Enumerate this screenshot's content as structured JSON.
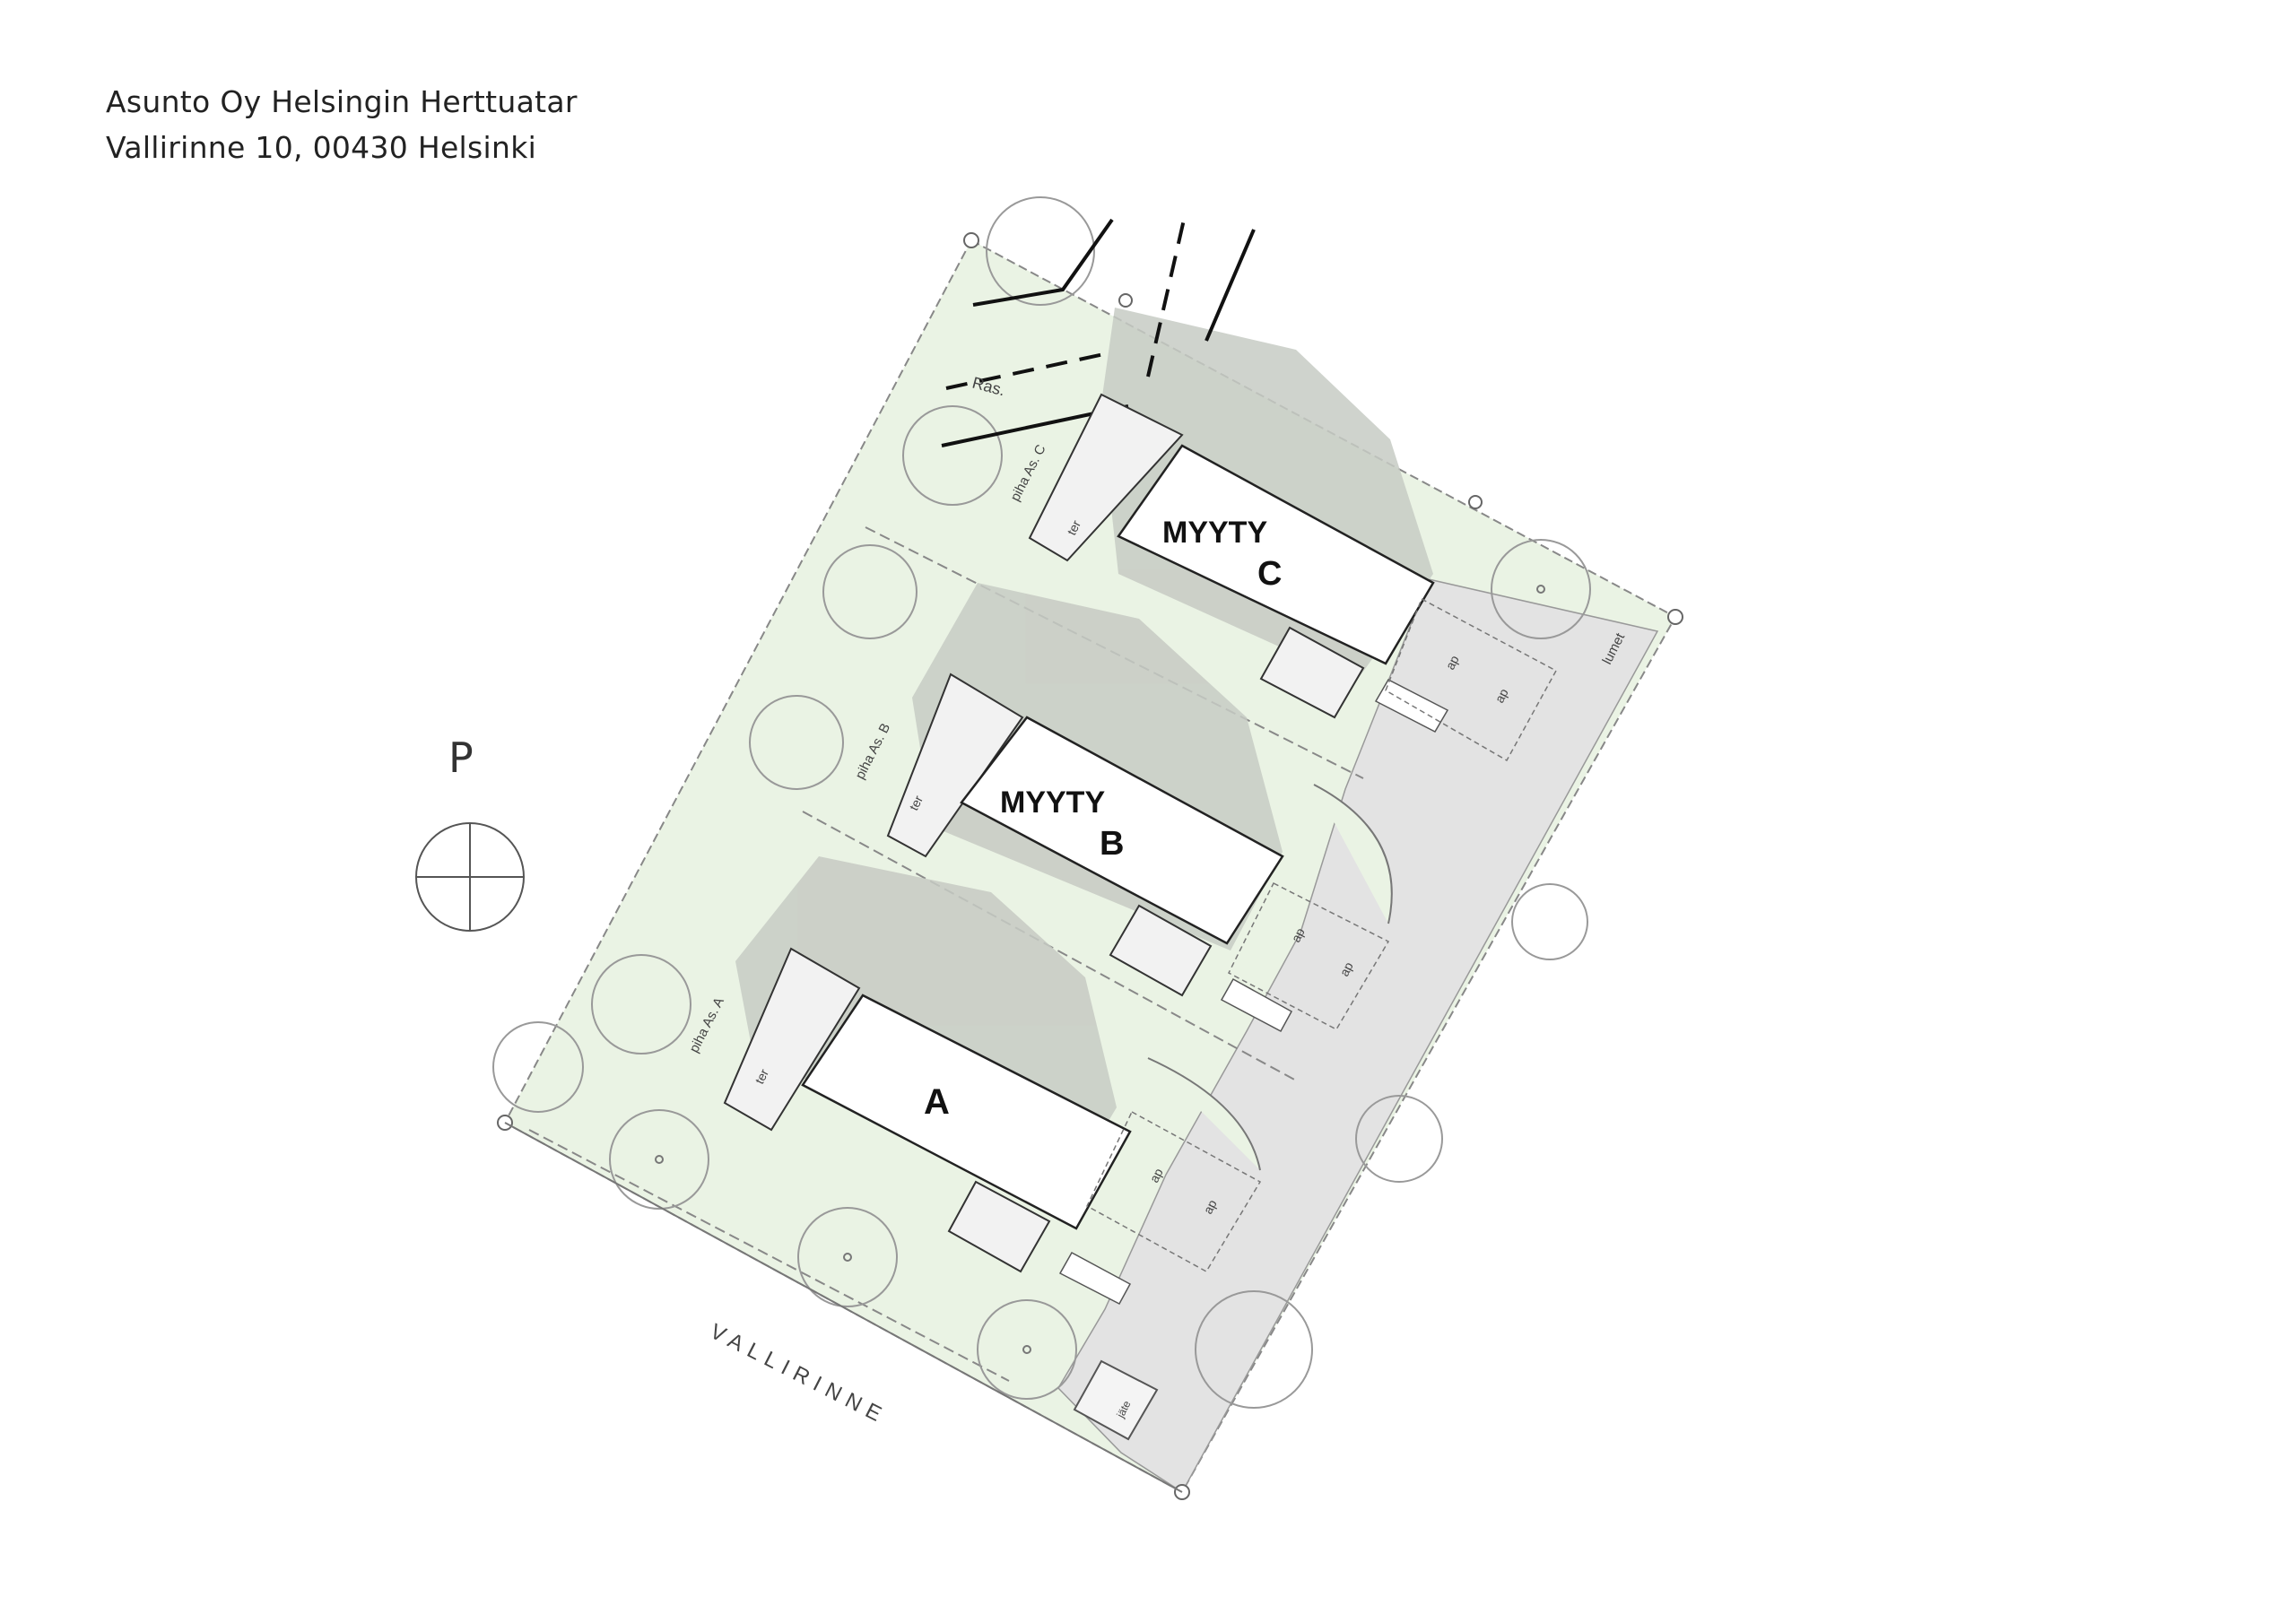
{
  "header": {
    "line1": "Asunto Oy Helsingin Herttuatar",
    "line2": "Vallirinne 10, 00430 Helsinki"
  },
  "compass": {
    "label": "P"
  },
  "street": {
    "name": "VALLIRINNE"
  },
  "buildings": {
    "a": {
      "label": "A"
    },
    "b": {
      "sold": "MYYTY",
      "label": "B"
    },
    "c": {
      "sold": "MYYTY",
      "label": "C"
    }
  },
  "yards": {
    "a": "piha As. A",
    "b": "piha As. B",
    "c": "piha As. C"
  },
  "small_labels": {
    "terrace": "ter",
    "parking": "ap",
    "snow": "lumet",
    "utility": "Ras.",
    "waste": "jäte"
  },
  "colors": {
    "yard_fill": "#eaf3e4",
    "driveway_fill": "#e3e3e3",
    "shadow_fill": "#c7cbc4",
    "outline": "#333333"
  }
}
